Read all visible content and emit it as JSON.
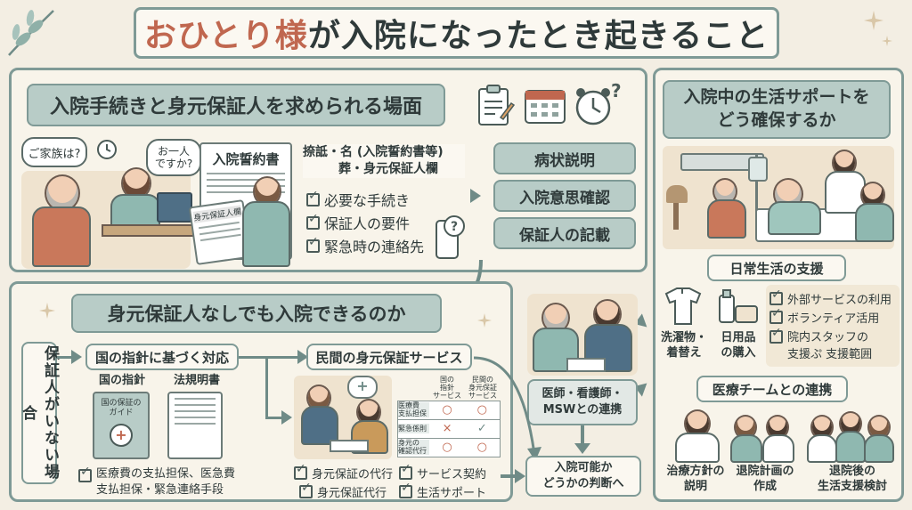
{
  "title": {
    "pre": "おひとり様",
    "post": "が入院になったとき起きること"
  },
  "colors": {
    "frame": "#7f9a96",
    "pill": "#b8ccc7",
    "accent": "#c0674f",
    "bg": "#f3eee3"
  },
  "s1": {
    "heading": "入院手続きと身元保証人を求められる場面",
    "bubble1": "ご家族は?",
    "bubble2": "お一人\nですか?",
    "doc_title": "入院誓約書",
    "doc_inner": "身元保証人欄",
    "note_line1": "捺詆・名 (入院誓約書等)",
    "note_line2": "葬・身元保証人欄",
    "checks": [
      "必要な手続き",
      "保証人の要件",
      "緊急時の連絡先"
    ],
    "right_items": [
      "病状説明",
      "入院意思確認",
      "保証人の記載"
    ]
  },
  "s2": {
    "heading": "入院中の生活サポートを\nどう確保するか",
    "daily_label": "日常生活の支援",
    "daily_items": [
      "洗濯物・\n着替え",
      "日用品\nの購入"
    ],
    "checks": [
      "外部サービスの利用",
      "ボランティア活用",
      "院内スタッフの\n支援ぷ 支援範囲"
    ],
    "team_label": "医療チームとの連携",
    "team_items": [
      "治療方針の\n説明",
      "退院計画の\n作成",
      "退院後の\n生活支援検討"
    ]
  },
  "s3": {
    "heading": "身元保証人なしでも入院できるのか",
    "side_label": "保証人がいない場合",
    "gov_label": "国の指針に基づく対応",
    "gov_doc1": "国の指針",
    "gov_doc2": "法規明書",
    "gov_book": "国の保証の\nガイド",
    "gov_check": "医療費の支払担保、医急費\n支払担保・緊急連絡手段",
    "private_label": "民間の身元保証サービス",
    "table_head": [
      "国の\n指針\nサービス",
      "民間の\n身元保証\nサービス"
    ],
    "table_rows": [
      {
        "label": "医療費\n支払担保",
        "a": "○",
        "b": "○"
      },
      {
        "label": "緊急係則",
        "a": "×",
        "b": "✓"
      },
      {
        "label": "身元の\n確認代行",
        "a": "○",
        "b": "○"
      }
    ],
    "private_checks_left": [
      "身元保証の代行",
      "身元保証代行"
    ],
    "private_checks_right": [
      "サービス契約",
      "生活サポート"
    ]
  },
  "center": {
    "doctor_label": "医師・看護師・\nMSWとの連携",
    "judge_label": "入院可能か\nどうかの判断へ"
  },
  "icons": [
    "clipboard-icon",
    "calendar-icon",
    "clock-icon",
    "question-icon",
    "phone-icon",
    "leaf-icon",
    "sparkle-icon"
  ]
}
